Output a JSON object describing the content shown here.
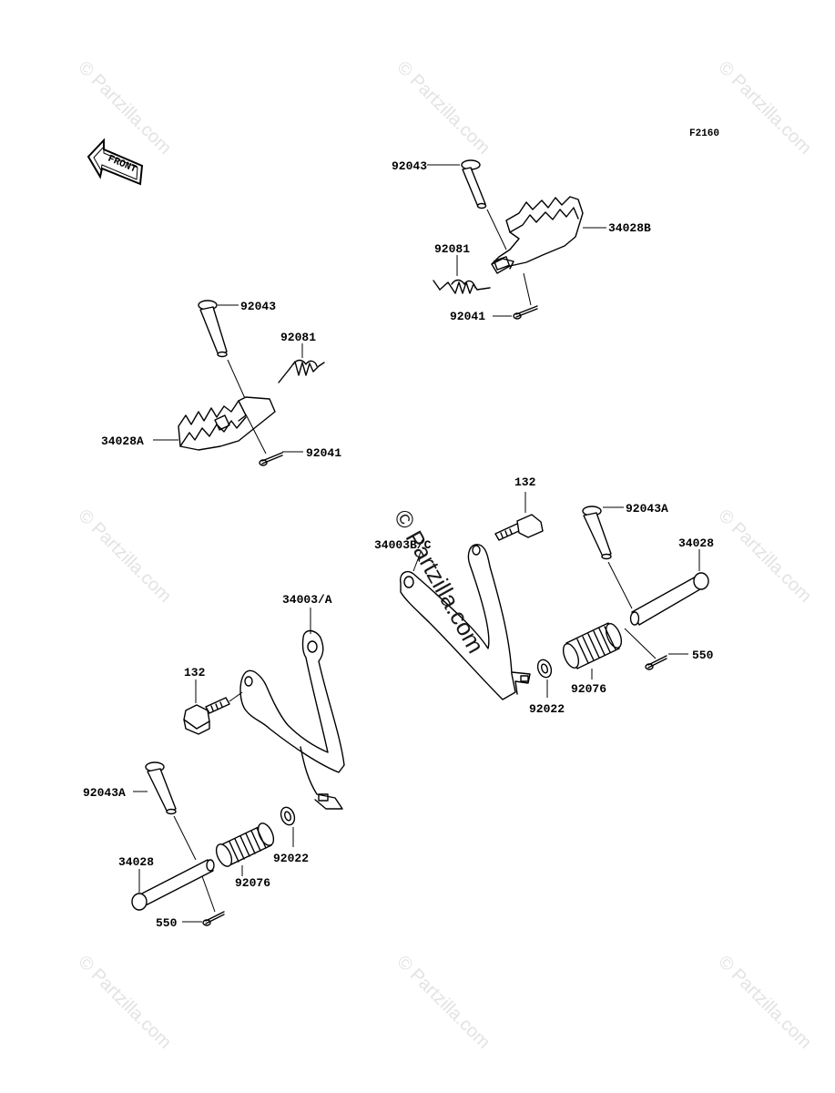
{
  "diagram": {
    "figure_code": "F2160",
    "front_label": "FRONT",
    "watermark_small": "© Partzilla.com",
    "watermark_big": "© Partzilla.com",
    "callouts": {
      "top_right_92043": "92043",
      "top_right_34028B": "34028B",
      "top_right_92081": "92081",
      "top_right_92041": "92041",
      "left_92043": "92043",
      "left_92081": "92081",
      "left_34028A": "34028A",
      "left_92041": "92041",
      "right_132": "132",
      "right_92043A": "92043A",
      "right_34003BC": "34003B/C",
      "right_34028": "34028",
      "right_550": "550",
      "right_92076": "92076",
      "right_92022": "92022",
      "left_34003A": "34003/A",
      "left_132": "132",
      "left_92043A": "92043A",
      "left_34028": "34028",
      "left_92076": "92076",
      "left_92022": "92022",
      "left_550": "550"
    }
  }
}
